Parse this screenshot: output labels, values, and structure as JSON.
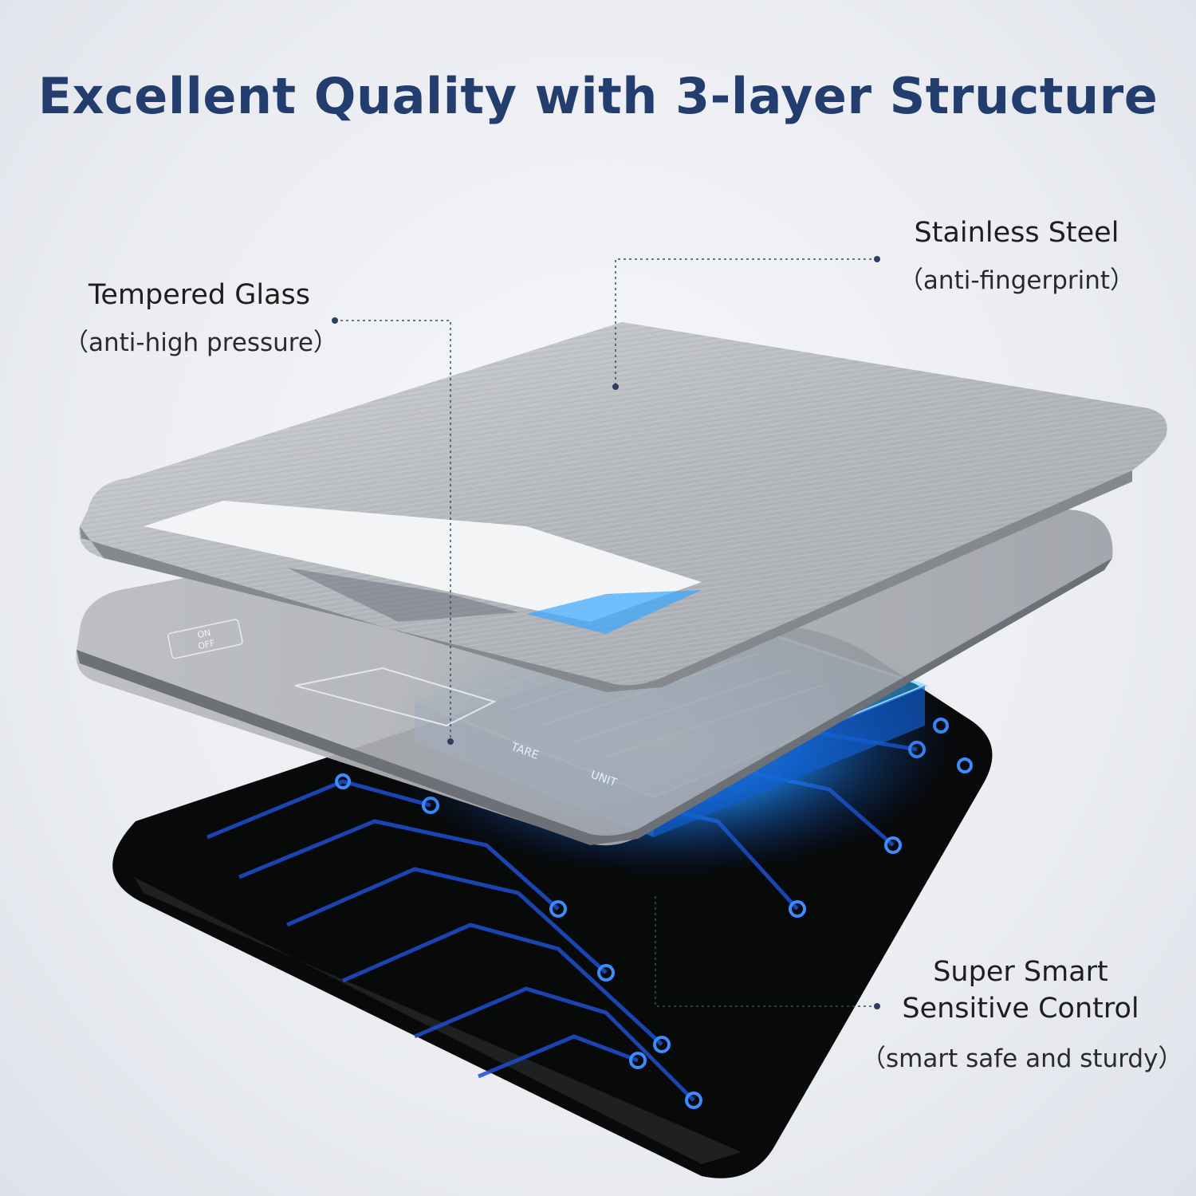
{
  "title": "Excellent Quality with 3-layer Structure",
  "labels": {
    "tempered_glass": {
      "name": "Tempered Glass",
      "note": "（anti-high pressure）"
    },
    "stainless_steel": {
      "name": "Stainless Steel",
      "note": "（anti-fingerprint）"
    },
    "smart_control": {
      "name_line1": "Super Smart",
      "name_line2": "Sensitive Control",
      "note": "（smart safe and sturdy）"
    }
  },
  "device": {
    "power_button": {
      "line1": "ON",
      "line2": "OFF"
    },
    "tare_button": "TARE",
    "unit_button": "UNIT"
  },
  "colors": {
    "title": "#233e6e",
    "glow": "#1ea0ff",
    "steel": "#b9bbbf",
    "base": "#0b0c10"
  }
}
